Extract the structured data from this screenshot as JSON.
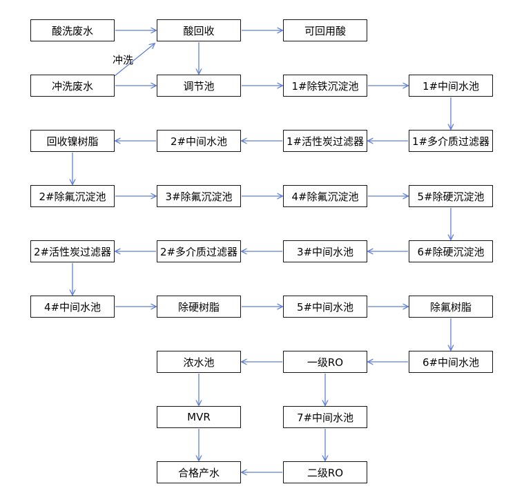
{
  "diagram": {
    "title": "wastewater-treatment-process-flowchart",
    "background_color": "#ffffff",
    "box_border_color": "#141414",
    "box_fill_color": "#ffffff",
    "text_color": "#000000",
    "arrow_color": "#5d7fd6",
    "edge_label": "冲洗",
    "nodes": [
      {
        "id": "acid-washing-wastewater",
        "label": "酸洗废水",
        "col": 0,
        "row": 0
      },
      {
        "id": "acid-recovery",
        "label": "酸回收",
        "col": 1,
        "row": 0
      },
      {
        "id": "reusable-acid",
        "label": "可回用酸",
        "col": 2,
        "row": 0
      },
      {
        "id": "rinse-wastewater",
        "label": "冲洗废水",
        "col": 0,
        "row": 1
      },
      {
        "id": "regulating-tank",
        "label": "调节池",
        "col": 1,
        "row": 1
      },
      {
        "id": "iron-removal-sedimentation-tank-1",
        "label": "1#除铁沉淀池",
        "col": 2,
        "row": 1
      },
      {
        "id": "intermediate-tank-1",
        "label": "1#中间水池",
        "col": 3,
        "row": 1
      },
      {
        "id": "nickel-recovery-resin",
        "label": "回收镍树脂",
        "col": 0,
        "row": 2
      },
      {
        "id": "intermediate-tank-2",
        "label": "2#中间水池",
        "col": 1,
        "row": 2
      },
      {
        "id": "activated-carbon-filter-1",
        "label": "1#活性炭过滤器",
        "col": 2,
        "row": 2
      },
      {
        "id": "multimedia-filter-1",
        "label": "1#多介质过滤器",
        "col": 3,
        "row": 2
      },
      {
        "id": "fluoride-removal-sedimentation-tank-2",
        "label": "2#除氟沉淀池",
        "col": 0,
        "row": 3
      },
      {
        "id": "fluoride-removal-sedimentation-tank-3",
        "label": "3#除氟沉淀池",
        "col": 1,
        "row": 3
      },
      {
        "id": "fluoride-removal-sedimentation-tank-4",
        "label": "4#除氟沉淀池",
        "col": 2,
        "row": 3
      },
      {
        "id": "hardness-removal-sedimentation-tank-5",
        "label": "5#除硬沉淀池",
        "col": 3,
        "row": 3
      },
      {
        "id": "activated-carbon-filter-2",
        "label": "2#活性炭过滤器",
        "col": 0,
        "row": 4
      },
      {
        "id": "multimedia-filter-2",
        "label": "2#多介质过滤器",
        "col": 1,
        "row": 4
      },
      {
        "id": "intermediate-tank-3",
        "label": "3#中间水池",
        "col": 2,
        "row": 4
      },
      {
        "id": "hardness-removal-sedimentation-tank-6",
        "label": "6#除硬沉淀池",
        "col": 3,
        "row": 4
      },
      {
        "id": "intermediate-tank-4",
        "label": "4#中间水池",
        "col": 0,
        "row": 5
      },
      {
        "id": "hardness-removal-resin",
        "label": "除硬树脂",
        "col": 1,
        "row": 5
      },
      {
        "id": "intermediate-tank-5",
        "label": "5#中间水池",
        "col": 2,
        "row": 5
      },
      {
        "id": "fluoride-removal-resin",
        "label": "除氟树脂",
        "col": 3,
        "row": 5
      },
      {
        "id": "concentrate-tank",
        "label": "浓水池",
        "col": 1,
        "row": 6
      },
      {
        "id": "first-stage-ro",
        "label": "一级RO",
        "col": 2,
        "row": 6
      },
      {
        "id": "intermediate-tank-6",
        "label": "6#中间水池",
        "col": 3,
        "row": 6
      },
      {
        "id": "mvr",
        "label": "MVR",
        "col": 1,
        "row": 7
      },
      {
        "id": "intermediate-tank-7",
        "label": "7#中间水池",
        "col": 2,
        "row": 7
      },
      {
        "id": "qualified-product-water",
        "label": "合格产水",
        "col": 1,
        "row": 8
      },
      {
        "id": "second-stage-ro",
        "label": "二级RO",
        "col": 2,
        "row": 8
      }
    ],
    "edges": [
      {
        "from": "acid-washing-wastewater",
        "to": "acid-recovery"
      },
      {
        "from": "acid-recovery",
        "to": "reusable-acid"
      },
      {
        "from": "rinse-wastewater",
        "to": "acid-recovery",
        "points": [
          [
            166,
            110
          ],
          [
            224,
            63
          ]
        ],
        "label": "冲洗"
      },
      {
        "from": "acid-recovery",
        "to": "regulating-tank"
      },
      {
        "from": "rinse-wastewater",
        "to": "regulating-tank"
      },
      {
        "from": "regulating-tank",
        "to": "iron-removal-sedimentation-tank-1"
      },
      {
        "from": "iron-removal-sedimentation-tank-1",
        "to": "intermediate-tank-1"
      },
      {
        "from": "intermediate-tank-1",
        "to": "multimedia-filter-1"
      },
      {
        "from": "multimedia-filter-1",
        "to": "activated-carbon-filter-1"
      },
      {
        "from": "activated-carbon-filter-1",
        "to": "intermediate-tank-2"
      },
      {
        "from": "intermediate-tank-2",
        "to": "nickel-recovery-resin"
      },
      {
        "from": "nickel-recovery-resin",
        "to": "fluoride-removal-sedimentation-tank-2"
      },
      {
        "from": "fluoride-removal-sedimentation-tank-2",
        "to": "fluoride-removal-sedimentation-tank-3"
      },
      {
        "from": "fluoride-removal-sedimentation-tank-3",
        "to": "fluoride-removal-sedimentation-tank-4"
      },
      {
        "from": "fluoride-removal-sedimentation-tank-4",
        "to": "hardness-removal-sedimentation-tank-5"
      },
      {
        "from": "hardness-removal-sedimentation-tank-5",
        "to": "hardness-removal-sedimentation-tank-6"
      },
      {
        "from": "hardness-removal-sedimentation-tank-6",
        "to": "intermediate-tank-3"
      },
      {
        "from": "intermediate-tank-3",
        "to": "multimedia-filter-2"
      },
      {
        "from": "multimedia-filter-2",
        "to": "activated-carbon-filter-2"
      },
      {
        "from": "activated-carbon-filter-2",
        "to": "intermediate-tank-4"
      },
      {
        "from": "intermediate-tank-4",
        "to": "hardness-removal-resin"
      },
      {
        "from": "hardness-removal-resin",
        "to": "intermediate-tank-5"
      },
      {
        "from": "intermediate-tank-5",
        "to": "fluoride-removal-resin"
      },
      {
        "from": "fluoride-removal-resin",
        "to": "intermediate-tank-6"
      },
      {
        "from": "intermediate-tank-6",
        "to": "first-stage-ro"
      },
      {
        "from": "first-stage-ro",
        "to": "concentrate-tank"
      },
      {
        "from": "concentrate-tank",
        "to": "mvr"
      },
      {
        "from": "first-stage-ro",
        "to": "intermediate-tank-7"
      },
      {
        "from": "mvr",
        "to": "qualified-product-water"
      },
      {
        "from": "intermediate-tank-7",
        "to": "second-stage-ro"
      },
      {
        "from": "second-stage-ro",
        "to": "qualified-product-water"
      }
    ]
  }
}
